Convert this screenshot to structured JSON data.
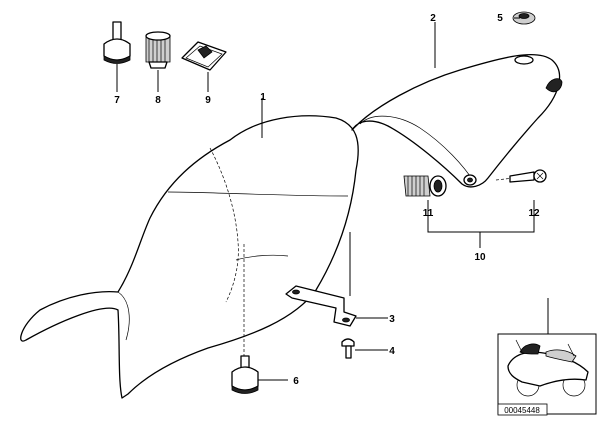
{
  "diagram": {
    "callouts": {
      "c1": "1",
      "c2": "2",
      "c3": "3",
      "c4": "4",
      "c5": "5",
      "c6": "6",
      "c7": "7",
      "c8": "8",
      "c9": "9",
      "c10": "10",
      "c11": "11",
      "c12": "12"
    },
    "catalog_number": "00045448"
  }
}
